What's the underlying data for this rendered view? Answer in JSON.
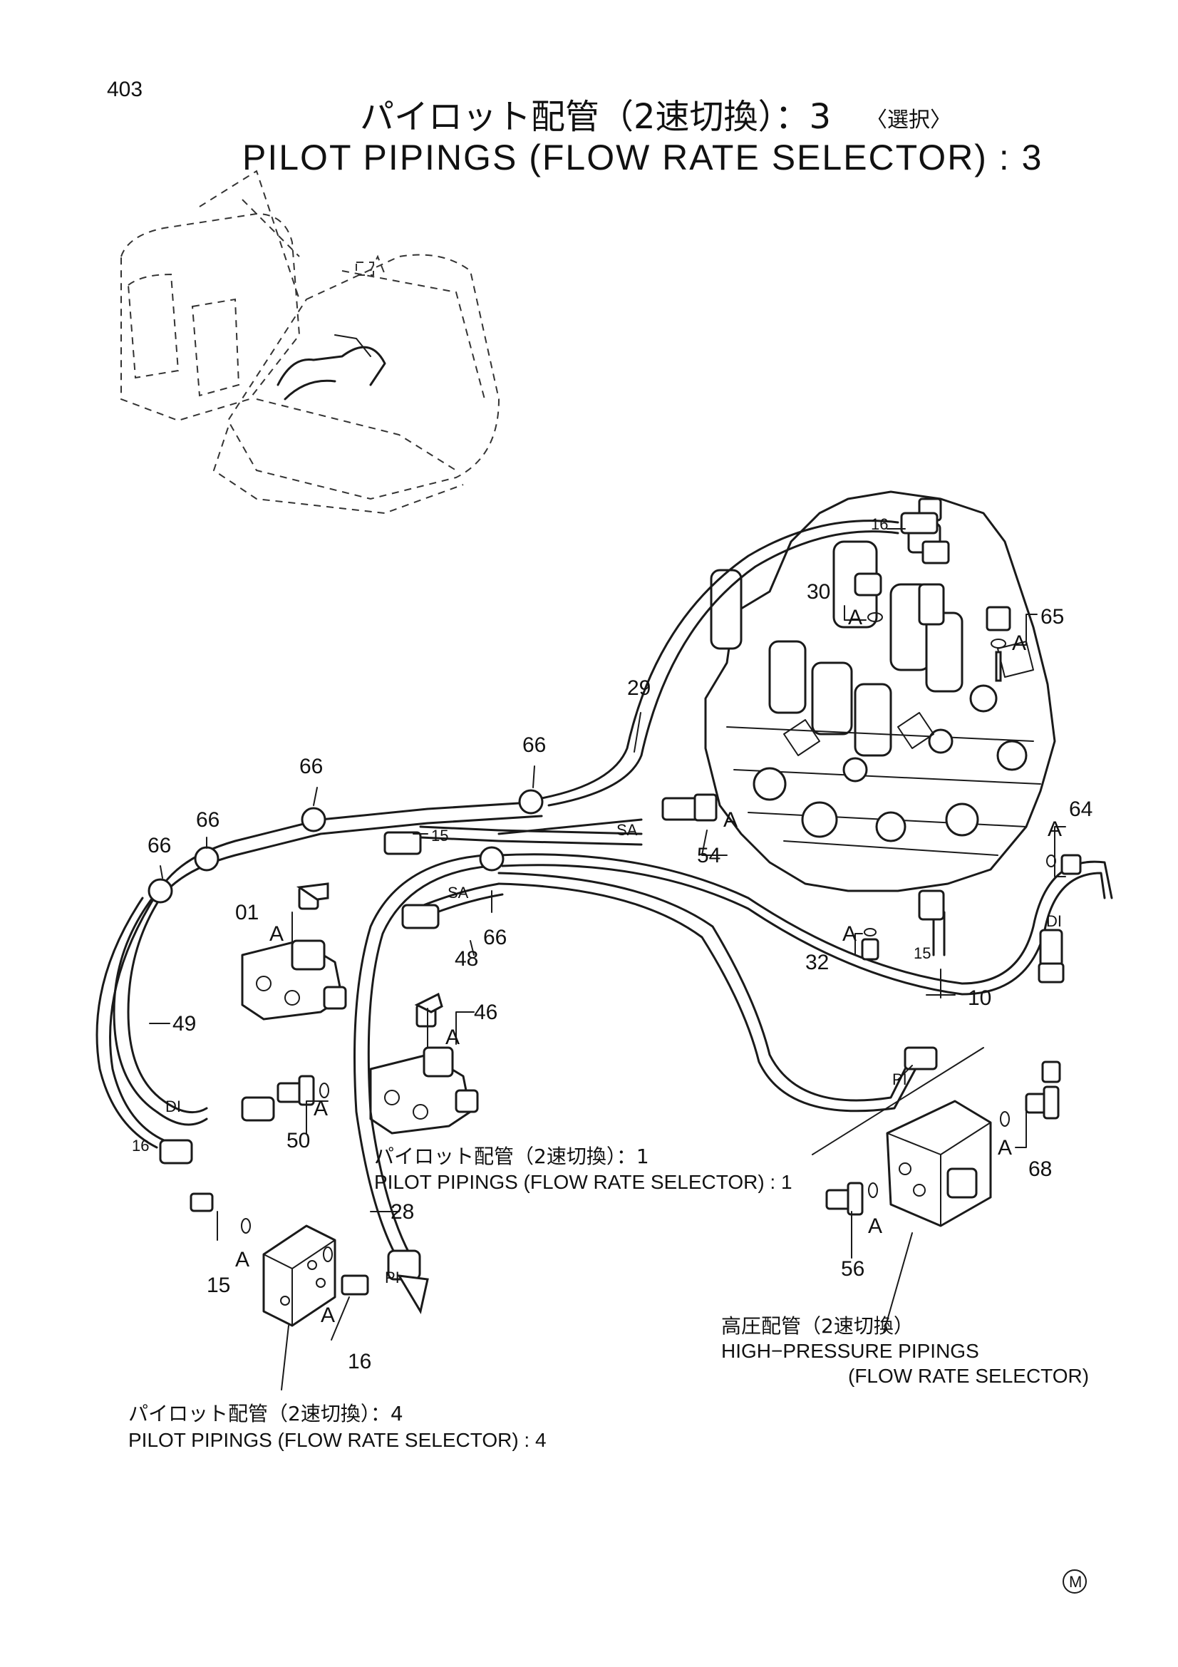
{
  "page_number": "403",
  "title": {
    "jp_main": "パイロット配管（2速切換）：3",
    "jp_note": "〈選択〉",
    "en": "PILOT PIPINGS (FLOW RATE SELECTOR) : 3"
  },
  "captions": {
    "ref1_jp": "パイロット配管（2速切換）：1",
    "ref1_en": "PILOT PIPINGS (FLOW RATE SELECTOR) : 1",
    "ref4_jp": "パイロット配管（2速切換）：4",
    "ref4_en": "PILOT PIPINGS (FLOW RATE SELECTOR) : 4",
    "hp_jp": "高圧配管（2速切換）",
    "hp_en1": "HIGH−PRESSURE PIPINGS",
    "hp_en2": "(FLOW RATE SELECTOR)"
  },
  "part_labels": {
    "p16_top": "16",
    "p30": "30",
    "a30": "A",
    "p65": "65",
    "a65": "A",
    "p29": "29",
    "p66_a": "66",
    "p66_b": "66",
    "p66_c": "66",
    "p66_d": "66",
    "p66_e": "66",
    "p15_top": "15",
    "sa_1": "SA",
    "a54": "A",
    "p54": "54",
    "p64": "64",
    "a64": "A",
    "p01": "01",
    "a01": "A",
    "sa_2": "SA",
    "p48": "48",
    "a32": "A",
    "p32": "32",
    "p15_mid": "15",
    "p10": "10",
    "di_right": "DI",
    "p46": "46",
    "a46": "A",
    "p49": "49",
    "pi_right": "PI",
    "di_left": "DI",
    "a50": "A",
    "p50": "50",
    "a68": "A",
    "p68": "68",
    "p16_left": "16",
    "p28": "28",
    "a15": "A",
    "p15_low": "15",
    "pi_low": "PI",
    "a16": "A",
    "p16_low": "16",
    "a56": "A",
    "p56": "56"
  },
  "footer_mark": "M"
}
